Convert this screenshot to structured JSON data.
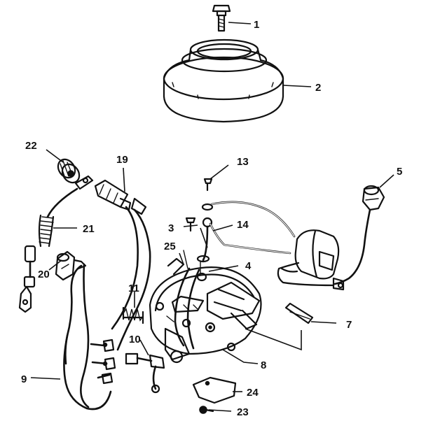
{
  "callouts": [
    {
      "id": "c1",
      "number": "1"
    },
    {
      "id": "c2",
      "number": "2"
    },
    {
      "id": "c3",
      "number": "3"
    },
    {
      "id": "c4",
      "number": "4"
    },
    {
      "id": "c5",
      "number": "5"
    },
    {
      "id": "c7",
      "number": "7"
    },
    {
      "id": "c8",
      "number": "8"
    },
    {
      "id": "c9",
      "number": "9"
    },
    {
      "id": "c10",
      "number": "10"
    },
    {
      "id": "c11",
      "number": "11"
    },
    {
      "id": "c13",
      "number": "13"
    },
    {
      "id": "c14",
      "number": "14"
    },
    {
      "id": "c19",
      "number": "19"
    },
    {
      "id": "c20",
      "number": "20"
    },
    {
      "id": "c21",
      "number": "21"
    },
    {
      "id": "c22",
      "number": "22"
    },
    {
      "id": "c23",
      "number": "23"
    },
    {
      "id": "c24",
      "number": "24"
    },
    {
      "id": "c25",
      "number": "25"
    }
  ]
}
